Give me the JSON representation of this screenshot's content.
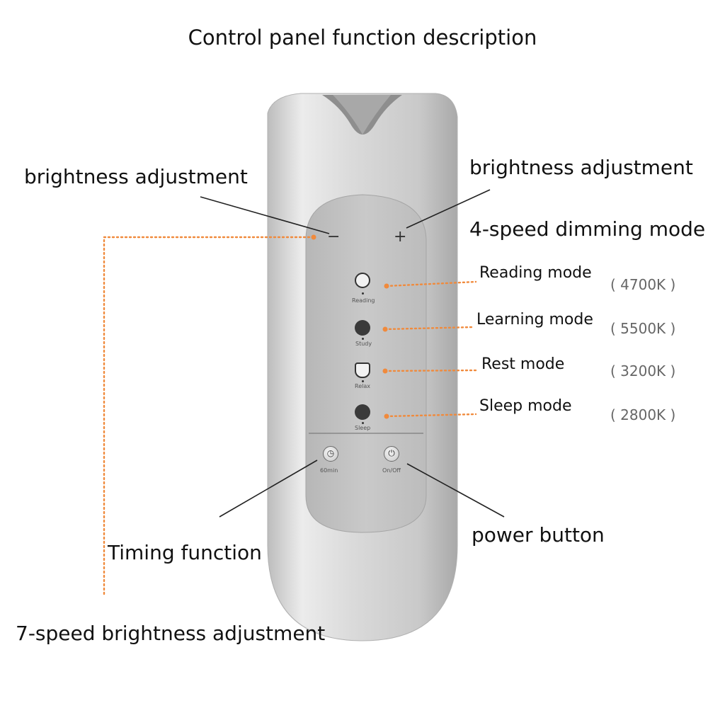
{
  "title": "Control panel function description",
  "labels": {
    "brightness_left": "brightness adjustment",
    "brightness_right": "brightness adjustment",
    "dimming_mode": "4-speed dimming mode",
    "timing": "Timing function",
    "power": "power button",
    "seven_speed": "7-speed brightness adjustment"
  },
  "modes": [
    {
      "label": "Reading mode",
      "kelvin": "( 4700K )",
      "icon_text": "Reading",
      "icon": "sun-icon"
    },
    {
      "label": "Learning mode",
      "kelvin": "( 5500K )",
      "icon_text": "Study",
      "icon": "study-icon"
    },
    {
      "label": "Rest mode",
      "kelvin": "( 3200K )",
      "icon_text": "Relax",
      "icon": "coffee-cup-icon"
    },
    {
      "label": "Sleep mode",
      "kelvin": "( 2800K )",
      "icon_text": "Sleep",
      "icon": "sleep-icon"
    }
  ],
  "panel": {
    "minus": "−",
    "plus": "+",
    "timer_text": "60min",
    "power_text": "On/Off"
  },
  "colors": {
    "orange_dots": "#f08a3c",
    "leader_lines": "#222222",
    "device_body": "#d4d4d4",
    "panel_face": "#c2c2c2"
  }
}
